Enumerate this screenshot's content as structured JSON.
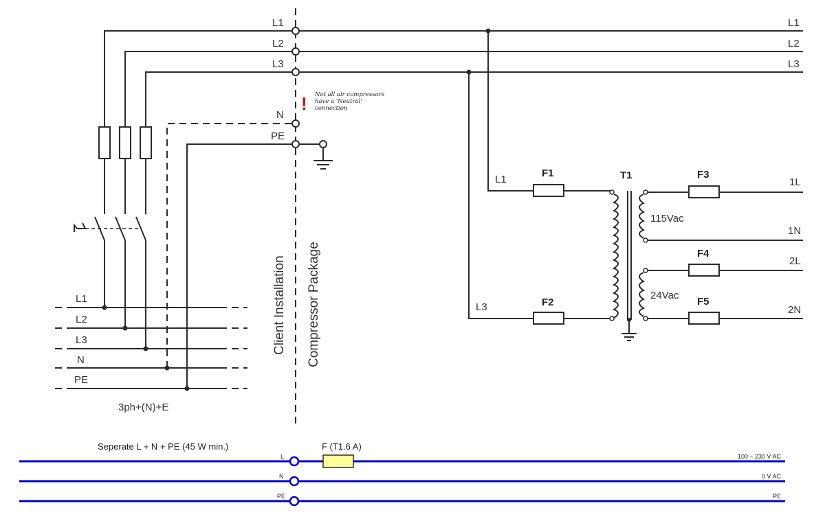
{
  "top_terminals": [
    "L1",
    "L2",
    "L3",
    "N",
    "PE"
  ],
  "right_lines": [
    "L1",
    "L2",
    "L3"
  ],
  "note": {
    "mark": "!",
    "lines": [
      "Not all air compressors",
      "have a 'Neutral'",
      "connection"
    ],
    "mark_color": "#e00000"
  },
  "supply_lines": [
    "L1",
    "L2",
    "L3",
    "N",
    "PE"
  ],
  "supply_caption": "3ph+(N)+E",
  "boundary_labels": {
    "client": "Client Installation",
    "package": "Compressor Package"
  },
  "transformer": {
    "name": "T1",
    "primary_l1": "L1",
    "primary_l3": "L3",
    "fuse_f1": "F1",
    "fuse_f2": "F2",
    "fuse_f3": "F3",
    "fuse_f4": "F4",
    "fuse_f5": "F5",
    "voltage_115": "115Vac",
    "voltage_24": "24Vac",
    "out_1l": "1L",
    "out_1n": "1N",
    "out_2l": "2L",
    "out_2n": "2N"
  },
  "separate_supply": {
    "title": "Seperate L + N + PE (45 W min.)",
    "fuse": "F (T1.6 A)",
    "lines": [
      {
        "terminal": "L",
        "right": "100 – 230 V AC"
      },
      {
        "terminal": "N",
        "right": "0 V AC"
      },
      {
        "terminal": "PE",
        "right": "PE"
      }
    ],
    "line_color": "#0000c8",
    "fuse_color": "#ffff99"
  }
}
